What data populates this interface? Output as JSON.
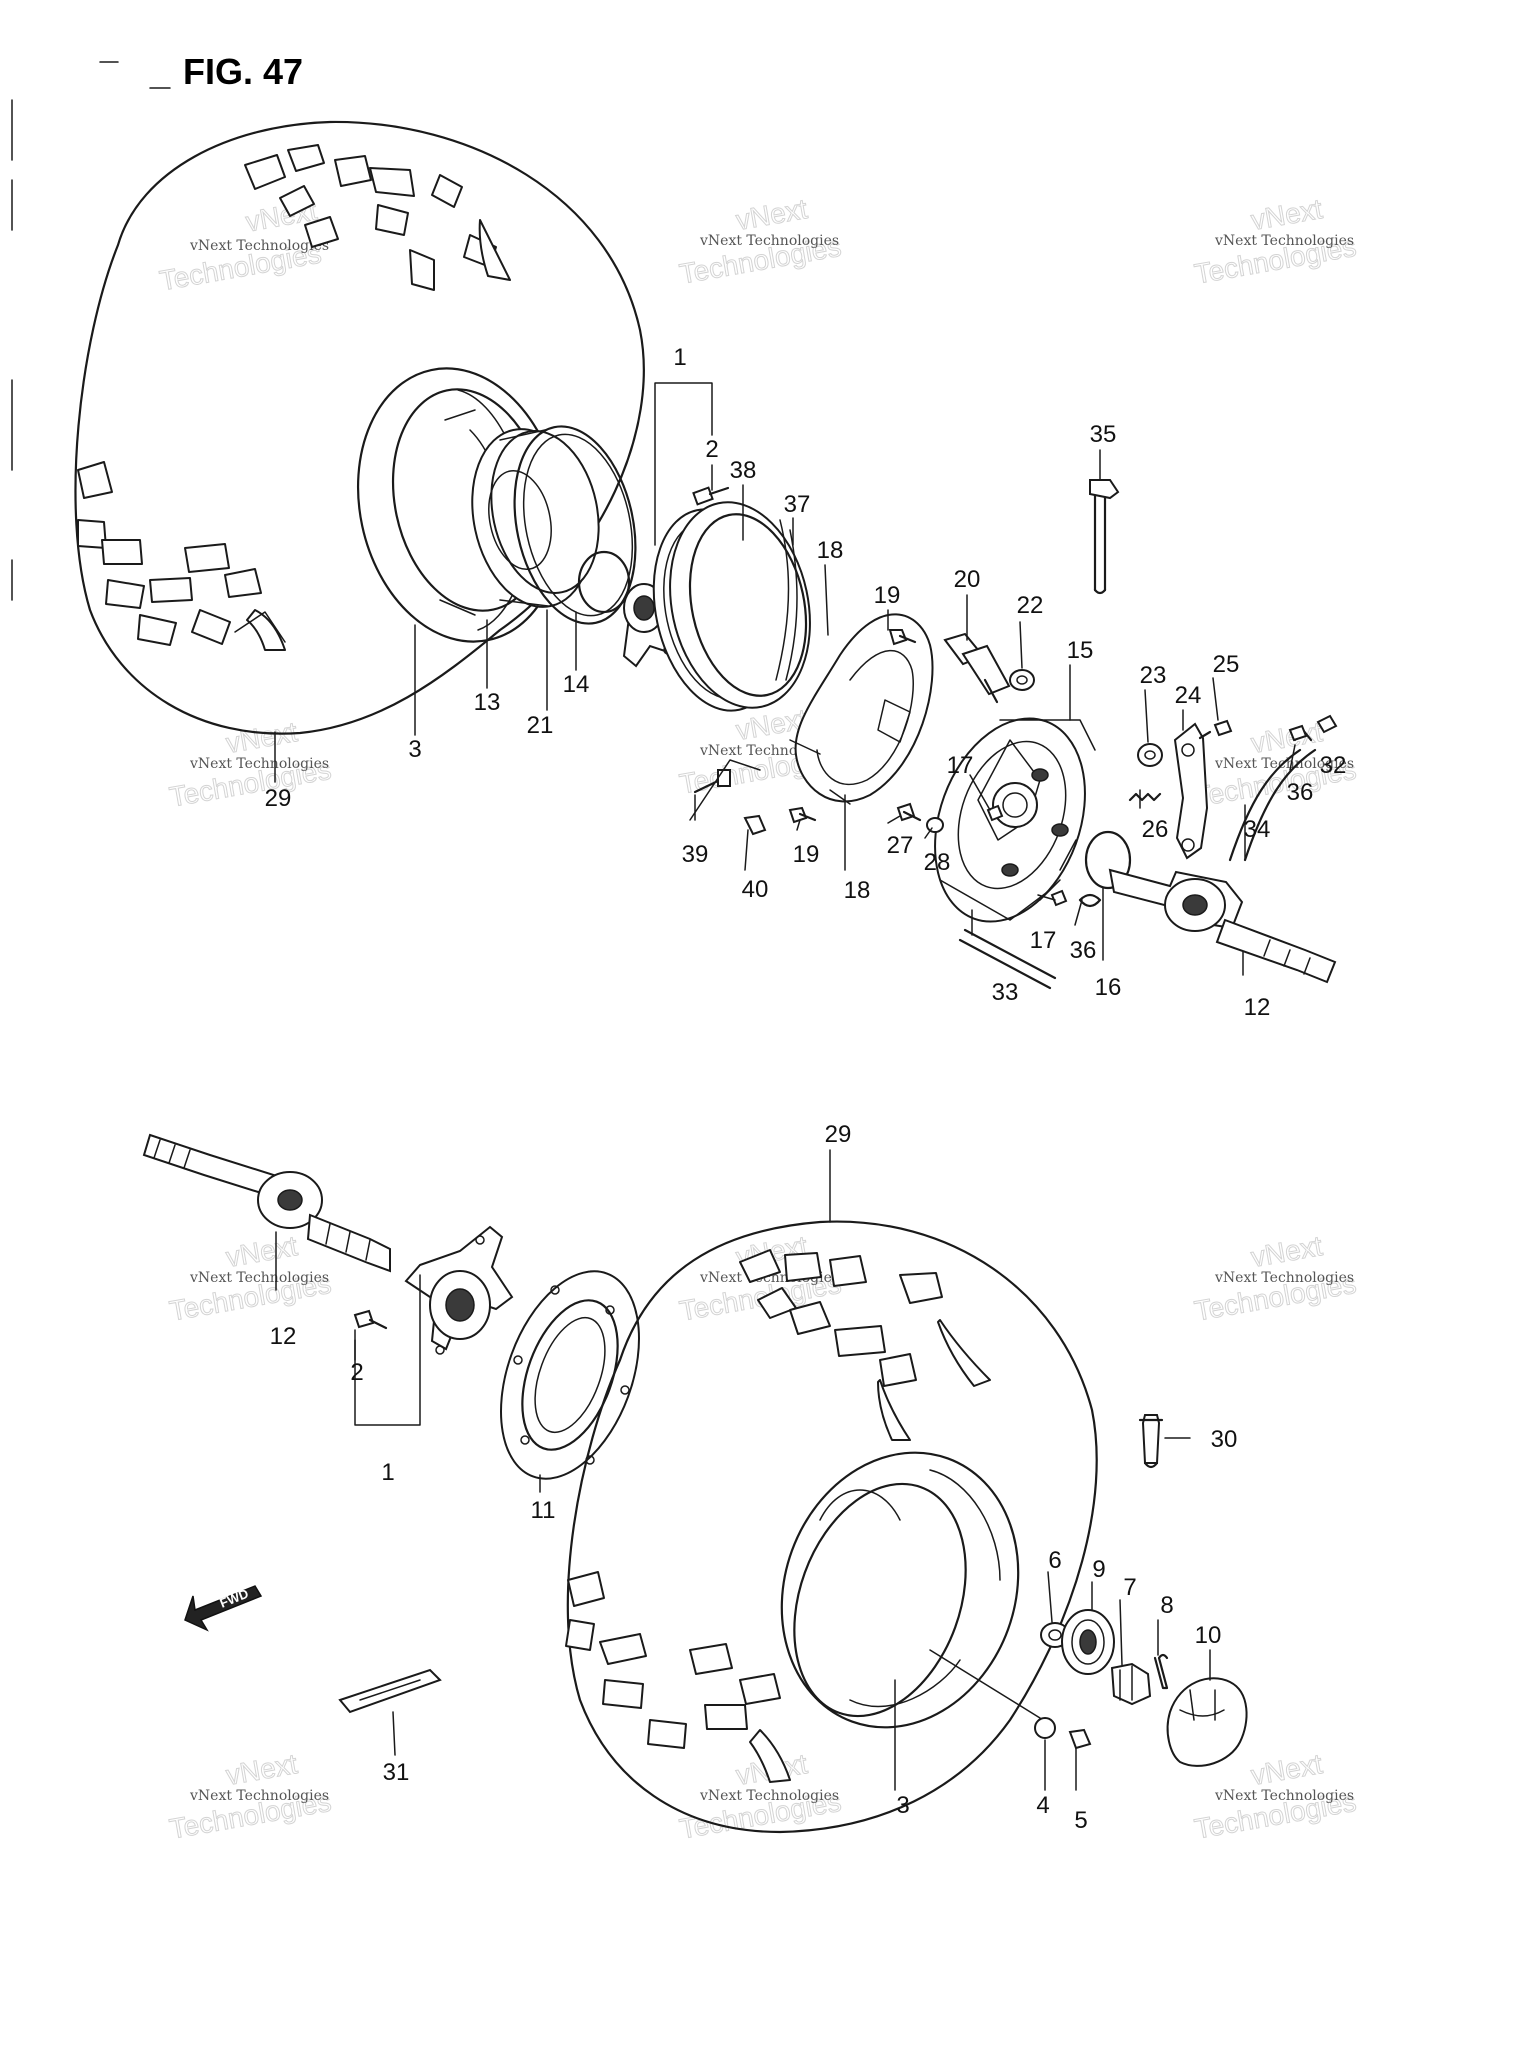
{
  "figure": {
    "title": "FIG. 47"
  },
  "watermark": {
    "line1": "vNext Technologies",
    "line2": "Technologies",
    "line3": "vNext"
  },
  "direction_marker": "FWD",
  "part_labels": {
    "p1_top": "1",
    "p2_top": "2",
    "p3_top": "3",
    "p12_top": "12",
    "p13": "13",
    "p14": "14",
    "p15": "15",
    "p16": "16",
    "p17a": "17",
    "p17b": "17",
    "p18a": "18",
    "p18b": "18",
    "p19a": "19",
    "p19b": "19",
    "p20": "20",
    "p21": "21",
    "p22": "22",
    "p23": "23",
    "p24": "24",
    "p25": "25",
    "p26": "26",
    "p27": "27",
    "p28": "28",
    "p29_top": "29",
    "p32": "32",
    "p33": "33",
    "p34": "34",
    "p35": "35",
    "p36a": "36",
    "p36b": "36",
    "p37": "37",
    "p38": "38",
    "p39": "39",
    "p40": "40",
    "p12_bot": "12",
    "p2_bot": "2",
    "p1_bot": "1",
    "p11": "11",
    "p29_bot": "29",
    "p30": "30",
    "p6": "6",
    "p9": "9",
    "p7": "7",
    "p8": "8",
    "p10": "10",
    "p4": "4",
    "p5": "5",
    "p3_bot": "3",
    "p31": "31"
  }
}
